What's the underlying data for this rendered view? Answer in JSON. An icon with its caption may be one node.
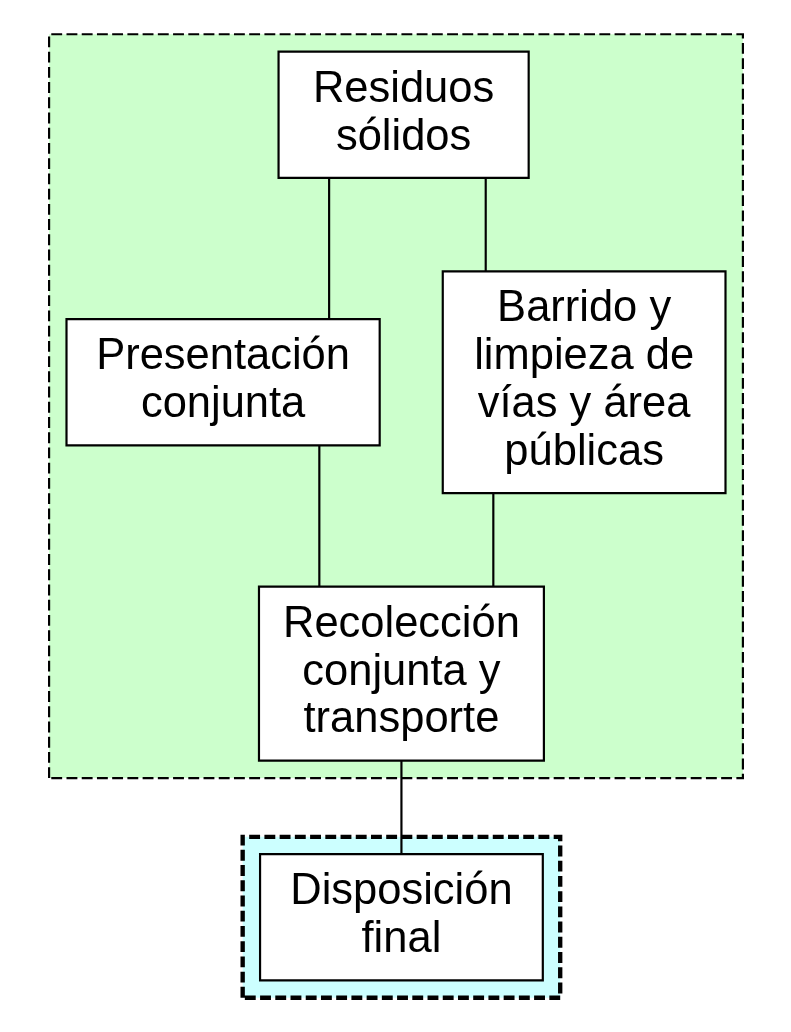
{
  "diagram": {
    "nodes": [
      {
        "text": [],
        "shape": "box"
      },
      {
        "text": [
          "Residuos sólidos"
        ],
        "in": 0
      },
      {
        "text": [
          "Presentación conjunta"
        ],
        "in": 0
      },
      {
        "text": [
          "Barrido y limpieza de vías y área públicas"
        ],
        "in": 0
      },
      {
        "text": [
          "Recolección conjunta y transporte"
        ],
        "in": 0
      },
      {
        "text": [],
        "shape": "box"
      },
      {
        "text": [
          "Disposición final"
        ],
        "in": 5
      }
    ],
    "edges": [
      {
        "from": 1,
        "to": 2,
        "arrow": "none"
      },
      {
        "from": 1,
        "to": 3,
        "arrow": "none"
      },
      {
        "from": 2,
        "to": 4,
        "arrow": "none"
      },
      {
        "from": 3,
        "to": 4,
        "arrow": "none"
      },
      {
        "from": 4,
        "to": 6,
        "arrow": "none"
      }
    ]
  }
}
